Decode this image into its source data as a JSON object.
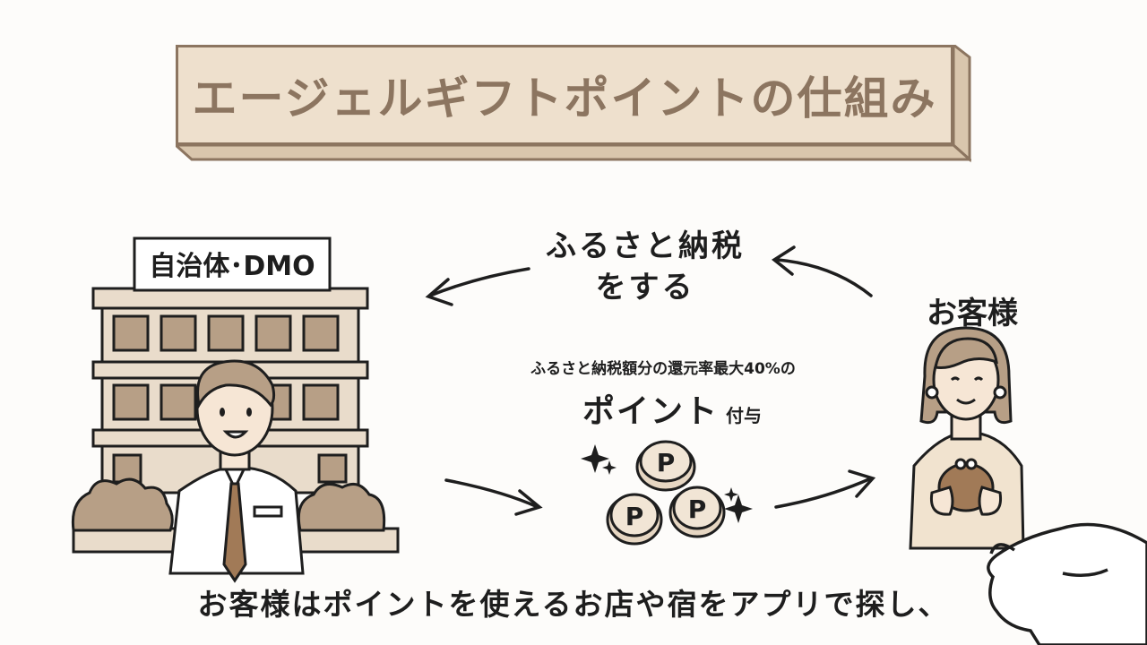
{
  "title": "エージェルギフトポイントの仕組み",
  "actors": {
    "government_sign": "自治体･DMO",
    "customer": "お客様"
  },
  "flow": {
    "furusato_line1": "ふるさと納税",
    "furusato_line2": "をする",
    "rate_text": "ふるさと納税額分の還元率最大40%の",
    "point_big": "ポイント",
    "point_small": "付与",
    "coin_letter": "P"
  },
  "caption": "お客様はポイントを使えるお店や宿をアプリで探し、",
  "colors": {
    "accent": "#8c7560",
    "title_fill": "#eee0cd",
    "building": "#e9dccb",
    "window": "#b79f86",
    "coin": "#e6d6c2",
    "tie": "#a17a57",
    "ink": "#1e1e1e"
  }
}
